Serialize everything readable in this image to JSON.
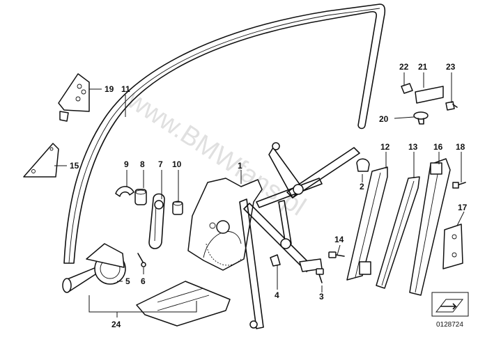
{
  "watermark": "www.BMWfans.pl",
  "reference_number": "0128724",
  "callouts": {
    "c1": "1",
    "c2": "2",
    "c3": "3",
    "c4": "4",
    "c5": "5",
    "c6": "6",
    "c7": "7",
    "c8": "8",
    "c9": "9",
    "c10": "10",
    "c11": "11",
    "c12": "12",
    "c13": "13",
    "c14": "14",
    "c15": "15",
    "c16": "16",
    "c17": "17",
    "c18": "18",
    "c19": "19",
    "c20": "20",
    "c21": "21",
    "c22": "22",
    "c23": "23",
    "c24": "24"
  },
  "icons": {
    "arrow_box": "arrow-box-icon"
  }
}
